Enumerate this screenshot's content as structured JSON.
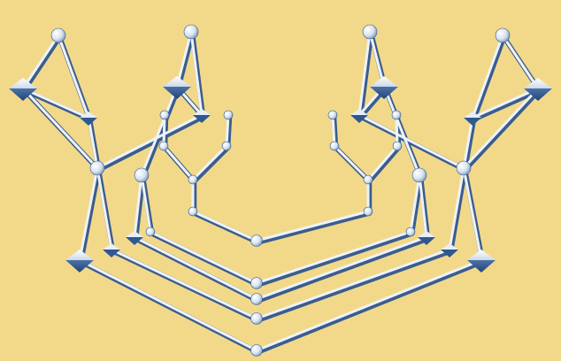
{
  "figure": {
    "kind": "3D node-link structure (ball-and-stick)",
    "colors": {
      "background": "#f2d98a",
      "rod_light": "#eef3f9",
      "rod_shadow": "#3b5d8e",
      "node_light": "#ffffff",
      "node_dark": "#2e5a96"
    },
    "node_types": [
      "sphere",
      "diamond",
      "cone"
    ]
  }
}
